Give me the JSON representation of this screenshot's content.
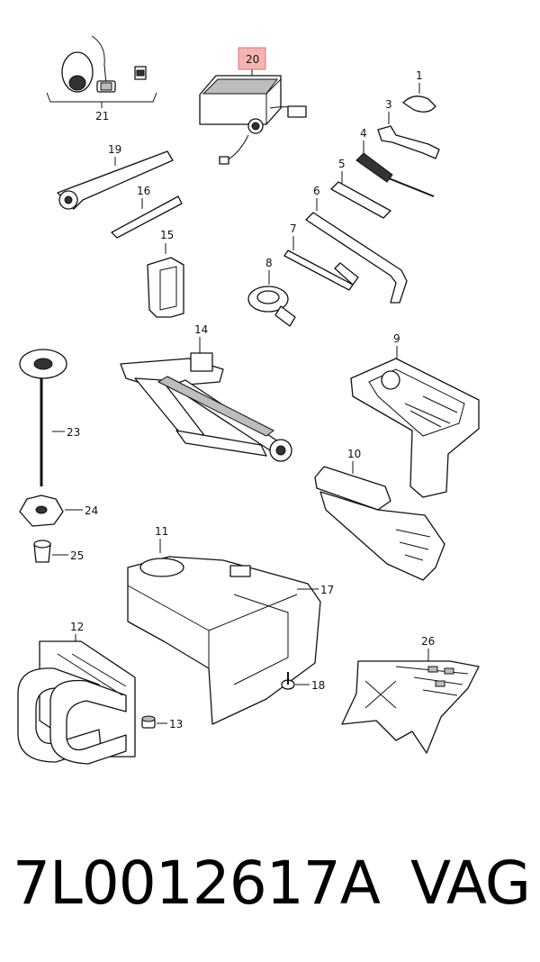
{
  "diagram": {
    "highlighted_part": "20",
    "highlight_color": "#f4a6a6",
    "callouts": {
      "c1": "1",
      "c3": "3",
      "c4": "4",
      "c5": "5",
      "c6": "6",
      "c7": "7",
      "c8": "8",
      "c9": "9",
      "c10": "10",
      "c11": "11",
      "c12": "12",
      "c13": "13",
      "c14": "14",
      "c15": "15",
      "c16": "16",
      "c17": "17",
      "c18": "18",
      "c19": "19",
      "c20": "20",
      "c21": "21",
      "c23": "23",
      "c24": "24",
      "c25": "25",
      "c26": "26"
    }
  },
  "footer": {
    "part_number": "7L0012617A",
    "brand": "VAG"
  }
}
